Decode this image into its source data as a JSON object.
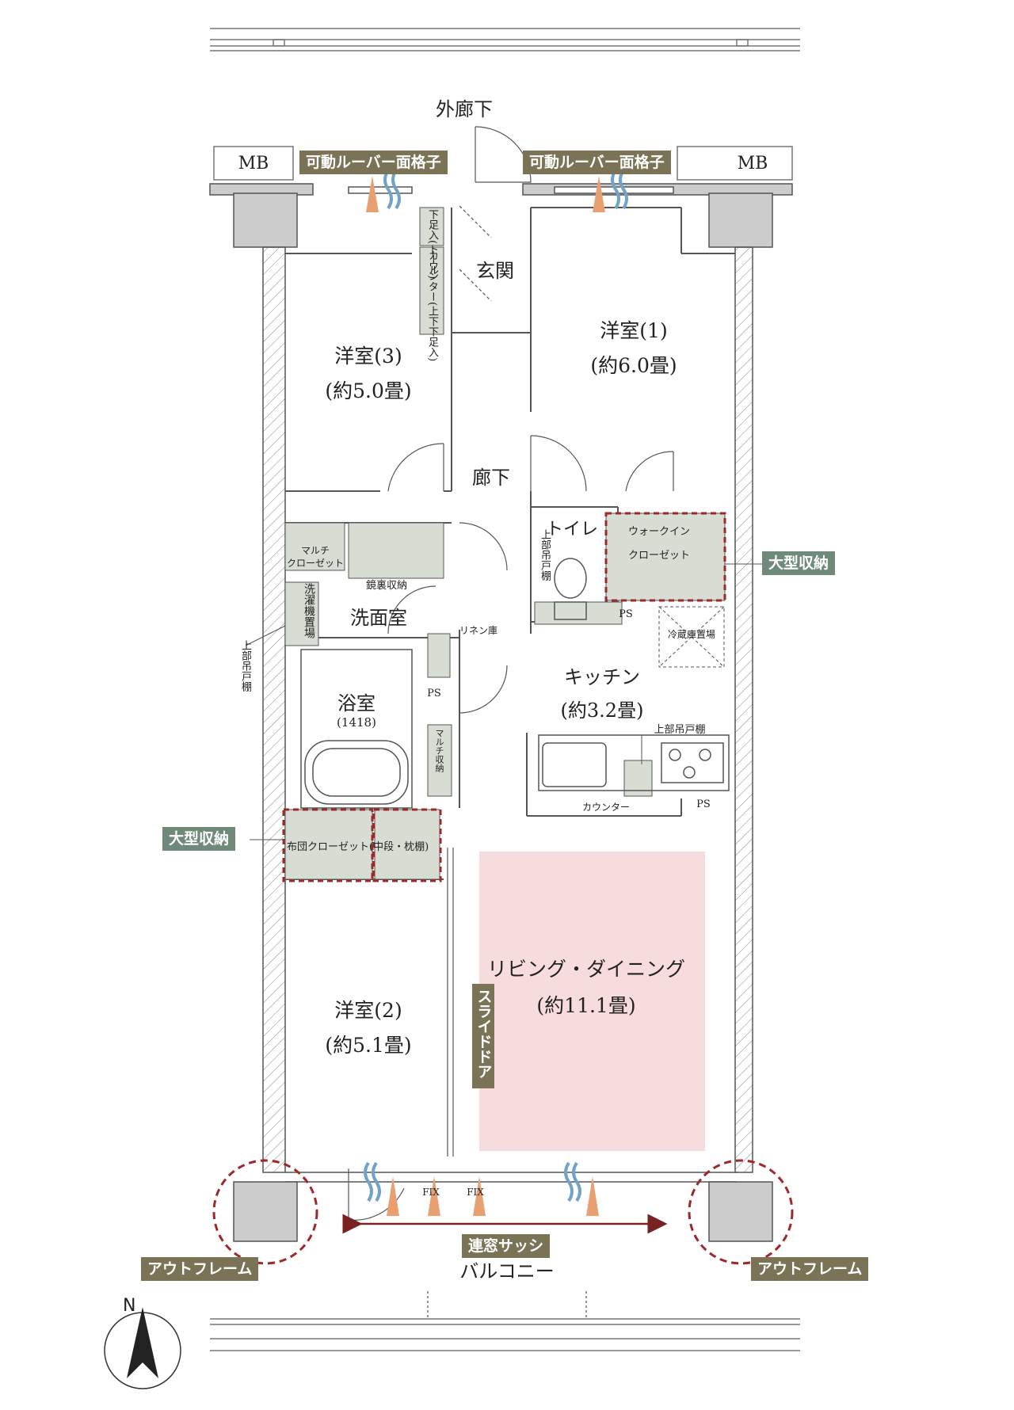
{
  "top_label": "外廊下",
  "bottom_label": "バルコニー",
  "mb_left": "MB",
  "mb_right": "MB",
  "entrance": "玄関",
  "corridor": "廊下",
  "toilet": "トイレ",
  "washroom": "洗面室",
  "bathroom": {
    "name": "浴室",
    "size": "(1418)"
  },
  "kitchen": {
    "name": "キッチン",
    "area": "(約3.2畳)"
  },
  "ldk": {
    "name": "リビング・ダイニング",
    "area": "(約11.1畳)"
  },
  "room1": {
    "name": "洋室(1)",
    "area": "(約6.0畳)"
  },
  "room2": {
    "name": "洋室(2)",
    "area": "(約5.1畳)"
  },
  "room3": {
    "name": "洋室(3)",
    "area": "(約5.0畳)"
  },
  "tags": {
    "louver_left": "可動ルーバー面格子",
    "louver_right": "可動ルーバー面格子",
    "storage_right": "大型収納",
    "storage_left": "大型収納",
    "slide_door": "スライドドア",
    "window_sash": "連窓サッシ",
    "outframe_left": "アウトフレーム",
    "outframe_right": "アウトフレーム"
  },
  "small": {
    "shoe_upper": "下足入(トール)",
    "counter_shoe": "カウンター(上下下足入)",
    "walkin_1": "ウォークイン",
    "walkin_2": "クローゼット",
    "multi_closet_1": "マルチ",
    "multi_closet_2": "クローゼット",
    "mirror_storage": "鏡裏収納",
    "washer": "洗濯機置場",
    "upper_cabinet_toilet": "上部吊戸棚",
    "upper_cabinet_wall": "上部吊戸棚",
    "upper_cabinet_kitchen": "上部吊戸棚",
    "linen": "リネン庫",
    "ps1": "PS",
    "ps2": "PS",
    "ps3": "PS",
    "fridge": "冷蔵庫置場",
    "multi_storage": "マルチ収納",
    "counter": "カウンター",
    "futon": "布団クローゼット(中段・枕棚)",
    "fix1": "FIX",
    "fix2": "FIX"
  },
  "compass": "N",
  "colors": {
    "storage_fill": "#d7ddd2",
    "ldk_fill": "#f6dcdc",
    "wall_fill": "#cccccc",
    "dashed_outline": "#9c2a2a",
    "tag_brown": "#7a7355",
    "tag_green": "#6f8a78",
    "airflow_orange": "#e8a070",
    "airflow_blue": "#6fa3c8"
  }
}
